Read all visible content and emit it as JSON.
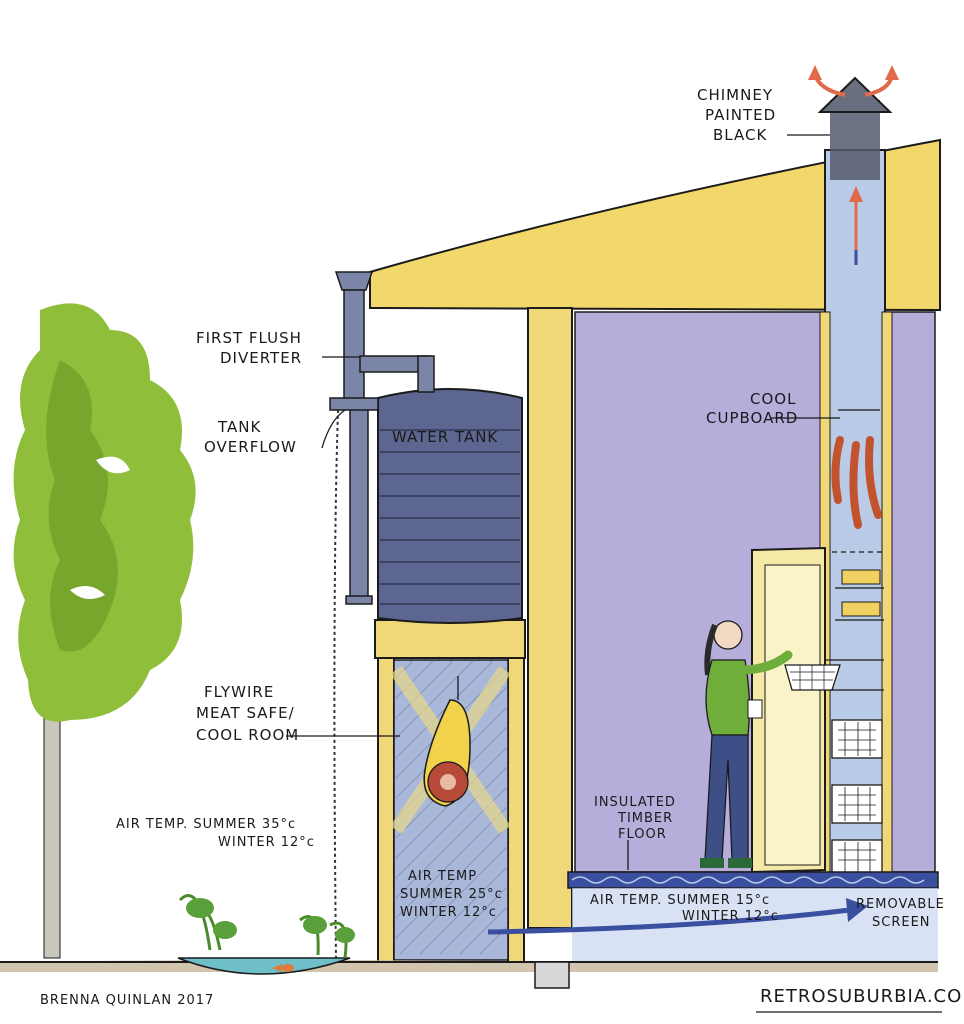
{
  "labels": {
    "chimney": [
      "CHIMNEY",
      "PAINTED",
      "BLACK"
    ],
    "first_flush": [
      "FIRST FLUSH",
      "DIVERTER"
    ],
    "tank_overflow": [
      "TANK",
      "OVERFLOW"
    ],
    "water_tank": "WATER TANK",
    "cool_cupboard": [
      "COOL",
      "CUPBOARD"
    ],
    "meat_safe": [
      "FLYWIRE",
      "MEAT SAFE/",
      "COOL ROOM"
    ],
    "outside_air": [
      "AIR TEMP. SUMMER 35°c",
      "WINTER 12°c"
    ],
    "safe_air": [
      "AIR TEMP",
      "SUMMER 25°c",
      "WINTER 12°c"
    ],
    "floor": [
      "INSULATED",
      "TIMBER",
      "FLOOR"
    ],
    "inside_air": [
      "AIR TEMP. SUMMER 15°c",
      "WINTER 12°c"
    ],
    "screen": [
      "REMOVABLE",
      "SCREEN"
    ]
  },
  "credit": "BRENNA QUINLAN 2017",
  "website": "RETROSUBURBIA.COM",
  "colors": {
    "roof": "#f2d86a",
    "interior": "#b7addb",
    "tank": "#5d6690",
    "chimney_flue": "#b9cbe6",
    "tree": "#8fbf3a",
    "airflow_arrow": "#3b4fa0",
    "heat_arrow": "#e06a4a",
    "timber": "#f0d878"
  }
}
